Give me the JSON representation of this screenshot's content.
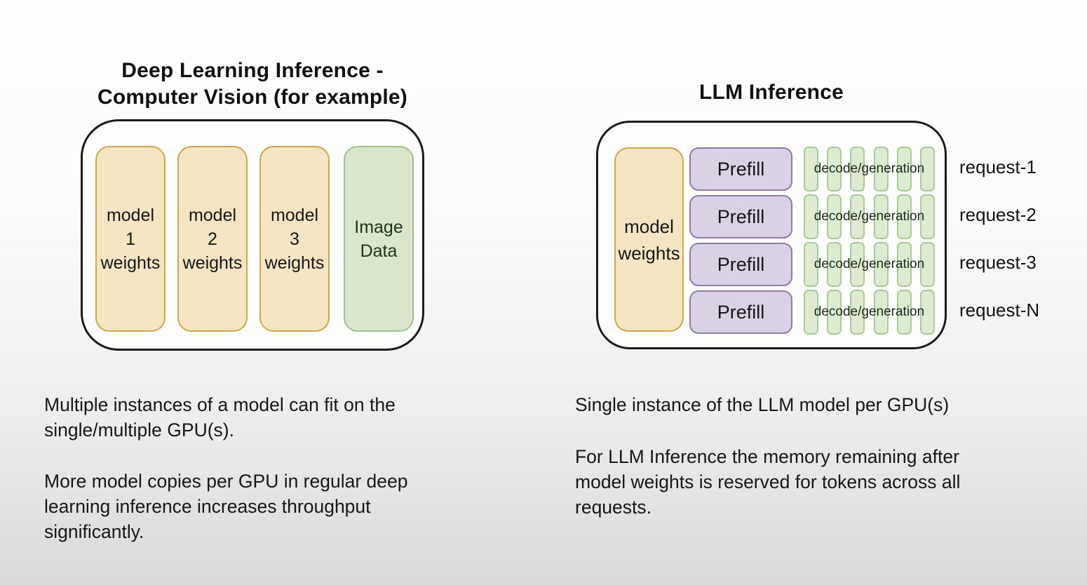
{
  "colors": {
    "background_top": "#fefefd",
    "background_bottom": "#d8dad7",
    "gpu_border": "#1b1b1b",
    "gpu_fill": "#fdfdfb",
    "weights_fill": "#f6e5c2",
    "weights_border": "#cda74e",
    "image_data_fill": "#d8e7ca",
    "image_data_border": "#9cc08e",
    "prefill_fill": "#dbd1e4",
    "prefill_border": "#937aa6",
    "token_fill": "#dcebd1",
    "token_border": "#a9cb99",
    "text": "#161616"
  },
  "left_panel": {
    "title_line1": "Deep Learning Inference -",
    "title_line2": "Computer Vision (for example)",
    "boxes": [
      {
        "line1": "model",
        "line2": "1",
        "line3": "weights"
      },
      {
        "line1": "model",
        "line2": "2",
        "line3": "weights"
      },
      {
        "line1": "model",
        "line2": "3",
        "line3": "weights"
      },
      {
        "line1": "Image",
        "line2": "Data"
      }
    ],
    "captions": [
      [
        "Multiple instances of a model can fit on the",
        "single/multiple GPU(s)."
      ],
      [
        "More model copies per GPU in regular deep",
        "learning inference increases throughput",
        "significantly."
      ]
    ]
  },
  "right_panel": {
    "title": "LLM Inference",
    "model_weights_line1": "model",
    "model_weights_line2": "weights",
    "tokens_per_row": 6,
    "rows": [
      {
        "prefill": "Prefill",
        "decode": "decode/generation",
        "request": "request-1"
      },
      {
        "prefill": "Prefill",
        "decode": "decode/generation",
        "request": "request-2"
      },
      {
        "prefill": "Prefill",
        "decode": "decode/generation",
        "request": "request-3"
      },
      {
        "prefill": "Prefill",
        "decode": "decode/generation",
        "request": "request-N"
      }
    ],
    "captions": [
      [
        "Single instance of the LLM model per GPU(s)"
      ],
      [
        "For LLM Inference the memory remaining after",
        "model weights is reserved for tokens across all",
        "requests."
      ]
    ]
  }
}
